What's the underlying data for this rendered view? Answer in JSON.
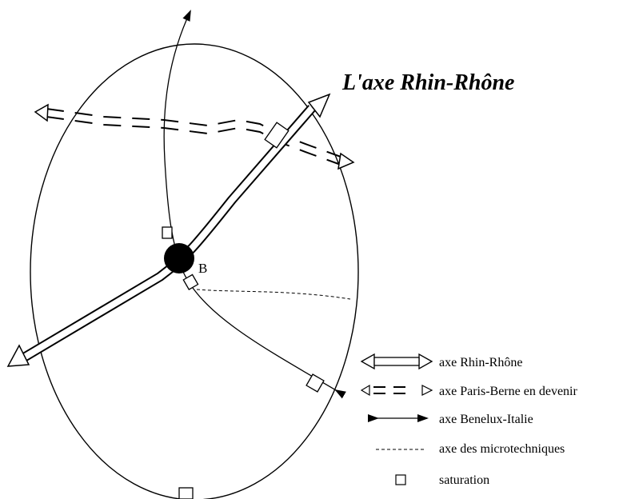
{
  "title": "L'axe Rhin-Rhône",
  "node_label": "B",
  "legend": {
    "rhin_rhone": "axe Rhin-Rhône",
    "paris_berne": "axe Paris-Berne en devenir",
    "benelux_italie": "axe Benelux-Italie",
    "microtechniques": "axe des microtechniques",
    "saturation": "saturation"
  },
  "colors": {
    "stroke": "#000000",
    "background": "#ffffff"
  }
}
